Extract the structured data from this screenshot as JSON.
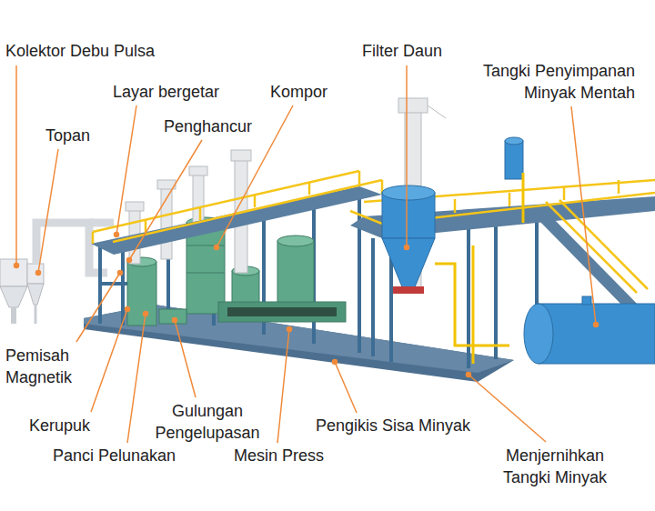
{
  "diagram": {
    "labels": [
      "Kolektor Debu Pulsa",
      "Topan",
      "Layar bergetar",
      "Kompor",
      "Penghancur",
      "Filter Daun",
      "Tangki Penyimpanan Minyak Mentah",
      "Pemisah Magnetik",
      "Kerupuk",
      "Panci Pelunakan",
      "Gulungan Pengelupasan",
      "Mesin Press",
      "Pengikis Sisa Minyak",
      "Menjernihkan Tangki Minyak"
    ]
  }
}
